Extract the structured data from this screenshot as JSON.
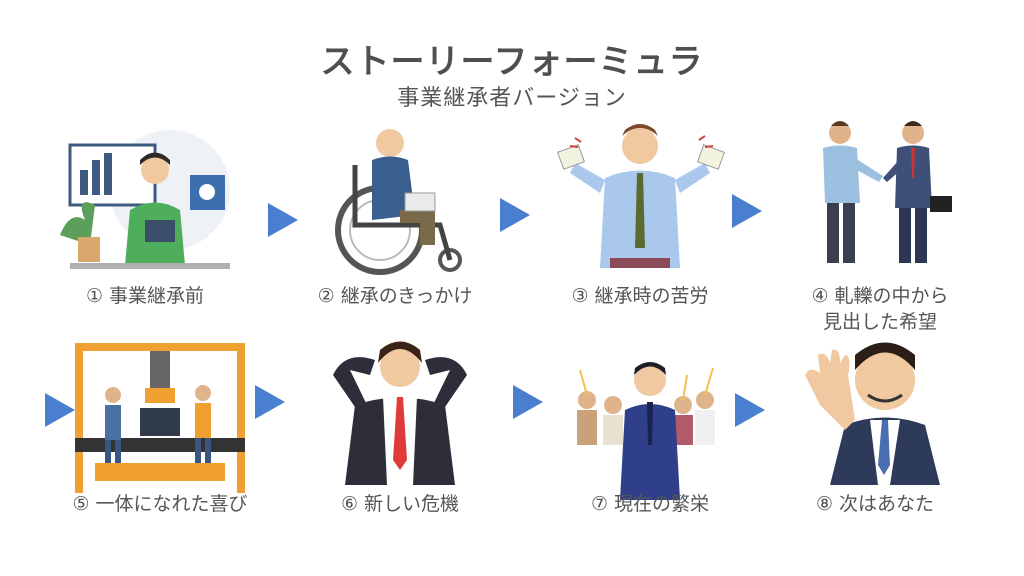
{
  "header": {
    "title": "ストーリーフォーミュラ",
    "subtitle": "事業継承者バージョン"
  },
  "steps": [
    {
      "label": "①  事業継承前"
    },
    {
      "label": "②  継承のきっかけ"
    },
    {
      "label": "③  継承時の苦労"
    },
    {
      "label": "④  軋轢の中から\n見出した希望"
    },
    {
      "label": "⑤  一体になれた喜び"
    },
    {
      "label": "⑥  新しい危機"
    },
    {
      "label": "⑦  現在の繁栄"
    },
    {
      "label": "⑧  次はあなた"
    }
  ],
  "colors": {
    "arrow": "#4a7fd0",
    "title": "#4f4f4f"
  }
}
